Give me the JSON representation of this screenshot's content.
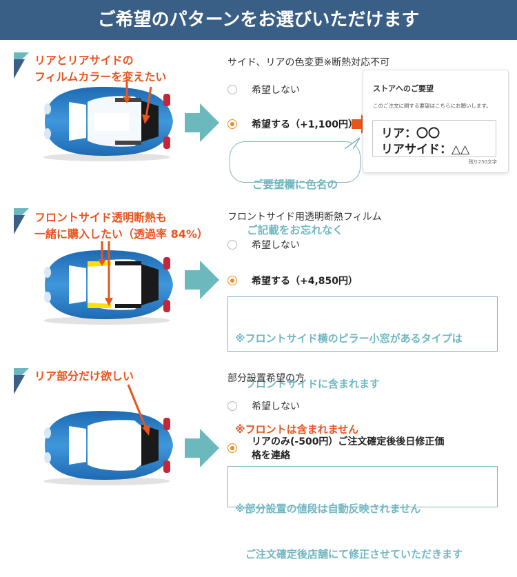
{
  "header": {
    "title": "ご希望のパターンをお選びいただけます"
  },
  "colors": {
    "header": "#3a5f86",
    "accent": "#e8541e",
    "teal": "#6fb7c2",
    "arrow": "#6bb8bd",
    "radio_on": "#f08a1e"
  },
  "sections": [
    {
      "title": "リアとリアサイドの\nフィルムカラーを変えたい",
      "heading": "サイド、リアの色変更※断熱対応不可",
      "options": [
        {
          "label": "希望しない",
          "selected": false
        },
        {
          "label": "希望する（+1,100円）",
          "selected": true
        }
      ]
    },
    {
      "title": "フロントサイド透明断熱も\n一緒に購入したい（透過率 84%）",
      "heading": "フロントサイド用透明断熱フィルム",
      "options": [
        {
          "label": "希望しない",
          "selected": false
        },
        {
          "label": "希望する（+4,850円）",
          "selected": true
        }
      ],
      "note": {
        "line1": "※フロントサイド横のピラー小窓があるタイプは",
        "line2": "　フロントサイドに含まれます",
        "line3": "※フロントは含まれません"
      }
    },
    {
      "title": "リア部分だけ欲しい",
      "heading": "部分設置希望の方",
      "options": [
        {
          "label": "希望しない",
          "selected": false
        },
        {
          "label": "リアのみ(-500円）ご注文確定後後日修正価",
          "label2": "格を連絡",
          "selected": true
        }
      ],
      "note": {
        "line1": "※部分設置の値段は自動反映されません",
        "line2": "　ご注文確定後店舗にて修正させていただきます"
      }
    }
  ],
  "store_card": {
    "title": "ストアへのご要望",
    "description": "このご注文に関する要望はこちらにお願いします。",
    "line1": "リア：〇〇",
    "line2": "リアサイド：△△",
    "counter": "残り250文字"
  },
  "bubble": {
    "line1": "ご要望欄に色名の",
    "line2": "ご記載をお忘れなく"
  }
}
